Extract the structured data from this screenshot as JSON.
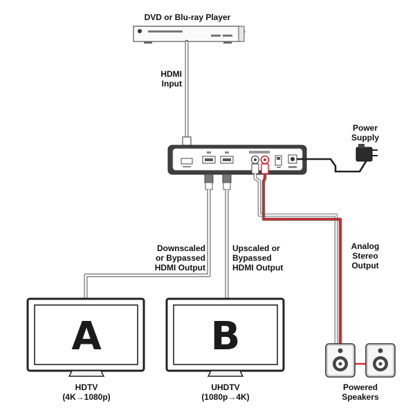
{
  "labels": {
    "player": "DVD or Blu-ray Player",
    "hdmi_input": "HDMI\nInput",
    "power_supply": "Power\nSupply",
    "downscaled": "Downscaled\nor Bypassed\nHDMI Output",
    "upscaled": "Upscaled or\nBypassed\nHDMI Output",
    "analog": "Analog\nStereo\nOutput",
    "hdtv": "HDTV\n(4K→1080p)",
    "uhdtv": "UHDTV\n(1080p→4K)",
    "speakers": "Powered\nSpeakers"
  },
  "screens": {
    "a": "A",
    "b": "B"
  },
  "colors": {
    "device_body": "#3f3f3f",
    "device_panel": "#ffffff",
    "cable_outline": "#6a6a6a",
    "audio_red": "#d8242a",
    "audio_white": "#ffffff"
  }
}
